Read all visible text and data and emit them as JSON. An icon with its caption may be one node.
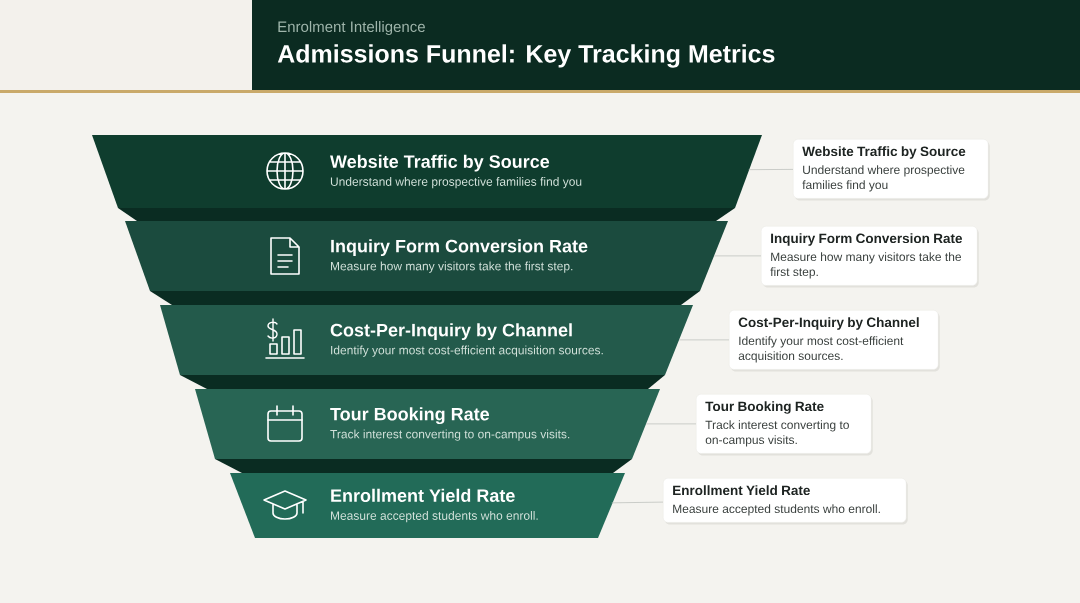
{
  "diagram": {
    "title": "Admissions Funnel: Key Tracking Metrics",
    "labels": [
      "Enrolment Intelligence"
    ],
    "nodes": [
      {
        "text": [
          "Website Traffic by Source",
          "Understand where prospective families find you"
        ]
      },
      {
        "text": [
          "Inquiry Form Conversion Rate",
          "Measure how many visitors take the first step."
        ]
      },
      {
        "text": [
          "Cost-Per-Inquiry by Channel",
          "Identify your most cost-efficient acquisition sources."
        ]
      },
      {
        "text": [
          "Tour Booking Rate",
          "Track interest converting to on-campus visits."
        ]
      },
      {
        "text": [
          "Enrollment Yield Rate",
          "Measure accepted students who enroll."
        ]
      },
      {
        "text": [
          "Website Traffic by Source",
          "Understand where prospective families find you"
        ]
      },
      {
        "text": [
          "Inquiry Form Conversion Rate",
          "Measure how many visitors take the first step."
        ]
      },
      {
        "text": [
          "Cost-Per-Inquiry by Channel",
          "Identify your most cost-efficient acquisition sources."
        ]
      },
      {
        "text": [
          "Tour Booking Rate",
          "Track interest converting to on-campus visits."
        ]
      },
      {
        "text": [
          "Enrollment Yield Rate",
          "Measure accepted students who enroll."
        ]
      }
    ],
    "edges": [
      {
        "from": 0,
        "to": 5,
        "arrow": "none"
      },
      {
        "from": 1,
        "to": 6,
        "arrow": "none"
      },
      {
        "from": 2,
        "to": 7,
        "arrow": "none"
      },
      {
        "from": 3,
        "to": 8,
        "arrow": "none"
      },
      {
        "from": 4,
        "to": 9,
        "arrow": "none"
      }
    ]
  }
}
